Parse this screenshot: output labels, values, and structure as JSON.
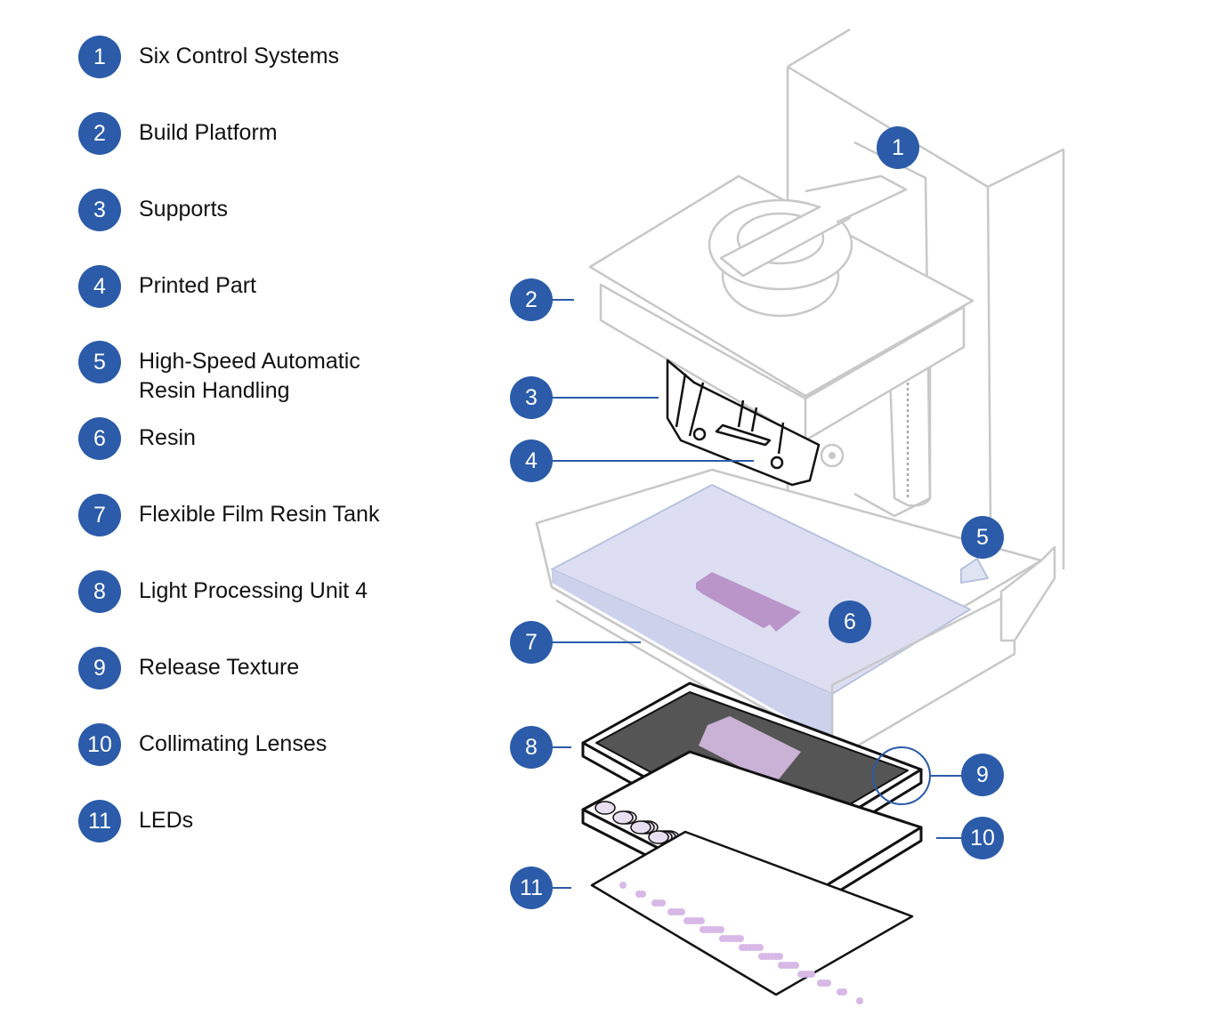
{
  "legend": [
    {
      "num": "1",
      "label": "Six Control Systems"
    },
    {
      "num": "2",
      "label": "Build Platform"
    },
    {
      "num": "3",
      "label": "Supports"
    },
    {
      "num": "4",
      "label": "Printed Part"
    },
    {
      "num": "5",
      "label": "High-Speed Automatic",
      "label2": "Resin Handling"
    },
    {
      "num": "6",
      "label": "Resin"
    },
    {
      "num": "7",
      "label": "Flexible Film Resin Tank"
    },
    {
      "num": "8",
      "label": "Light Processing Unit 4"
    },
    {
      "num": "9",
      "label": "Release Texture"
    },
    {
      "num": "10",
      "label": "Collimating Lenses"
    },
    {
      "num": "11",
      "label": "LEDs"
    }
  ],
  "callouts": [
    "1",
    "2",
    "3",
    "4",
    "5",
    "6",
    "7",
    "8",
    "9",
    "10",
    "11"
  ],
  "colors": {
    "badge": "#2b5ba9",
    "resin": "#dcdcf2",
    "part": "#b995c9",
    "outline": "#c8c8c8"
  }
}
